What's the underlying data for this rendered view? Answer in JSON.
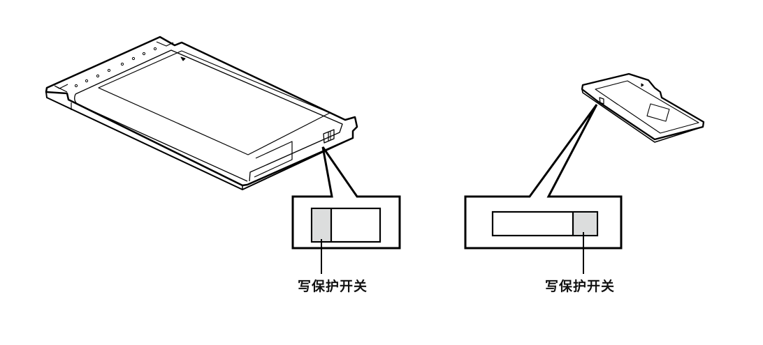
{
  "figures": [
    {
      "id": "pc-card",
      "description": "PC card with write-protect switch on side edge",
      "callout": {
        "switch_position": "left",
        "label": "写保护开关"
      }
    },
    {
      "id": "sd-card",
      "description": "SD memory card with write-protect switch on side edge",
      "callout": {
        "switch_position": "right",
        "label": "写保护开关"
      }
    }
  ],
  "colors": {
    "line": "#000000",
    "switch_fill": "#dcdddd",
    "background": "#ffffff"
  }
}
